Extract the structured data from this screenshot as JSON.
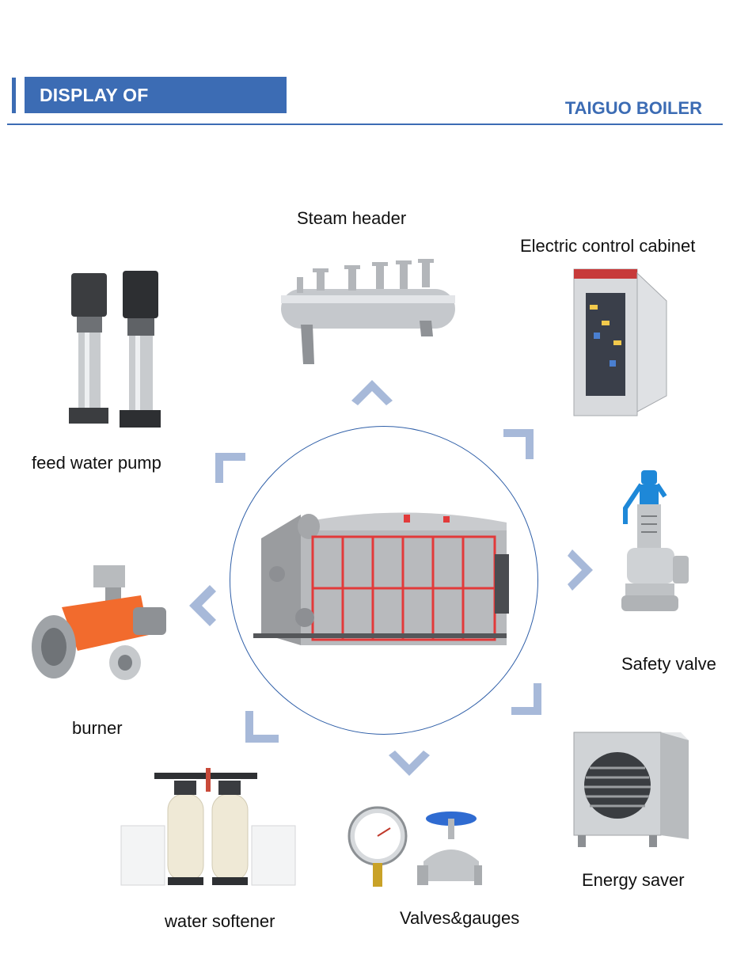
{
  "header": {
    "title": "DISPLAY OF ACCESSORIES",
    "brand": "TAIGUO BOILER"
  },
  "accessories": {
    "steam_header": "Steam header",
    "electric_cabinet": "Electric control cabinet",
    "feed_pump": "feed water pump",
    "safety_valve": "Safety valve",
    "burner": "burner",
    "energy_saver": "Energy saver",
    "water_softener": "water softener",
    "valves_gauges": "Valves&gauges"
  },
  "colors": {
    "accent": "#3c6cb4",
    "arrow": "#a7b9d9",
    "boiler_frame": "#e23a3a"
  }
}
